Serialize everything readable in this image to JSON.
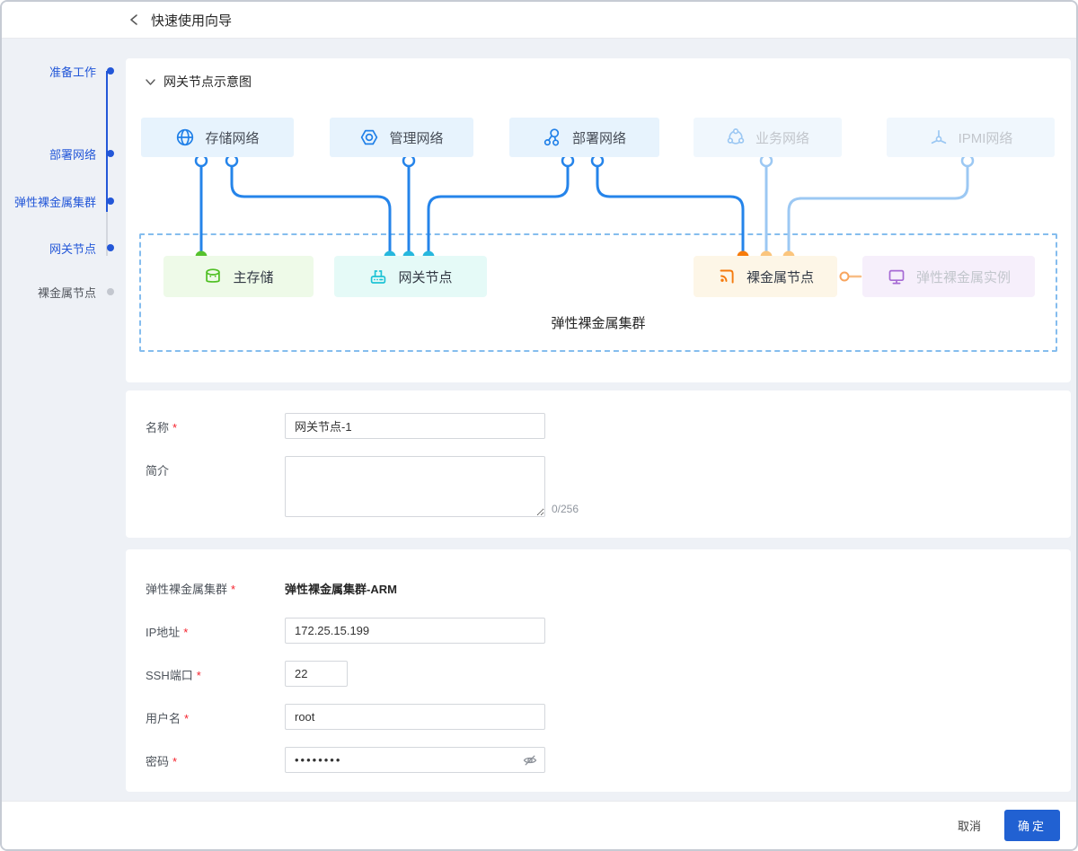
{
  "header": {
    "title": "快速使用向导",
    "back_icon": "back-chevron"
  },
  "steps": [
    {
      "label": "准备工作",
      "state": "done"
    },
    {
      "label": "部署网络",
      "state": "done"
    },
    {
      "label": "弹性裸金属集群",
      "state": "done"
    },
    {
      "label": "网关节点",
      "state": "current"
    },
    {
      "label": "裸金属节点",
      "state": "pending"
    }
  ],
  "diagram": {
    "section_title": "网关节点示意图",
    "cluster_label": "弹性裸金属集群",
    "networks": [
      {
        "label": "存储网络",
        "icon": "globe-icon",
        "active": true
      },
      {
        "label": "管理网络",
        "icon": "settings-hex-icon",
        "active": true
      },
      {
        "label": "部署网络",
        "icon": "share-nodes-icon",
        "active": true
      },
      {
        "label": "业务网络",
        "icon": "cloud-nodes-icon",
        "active": false
      },
      {
        "label": "IPMI网络",
        "icon": "ipmi-icon",
        "active": false
      }
    ],
    "nodes": [
      {
        "label": "主存储",
        "icon": "database-icon",
        "theme": "green"
      },
      {
        "label": "网关节点",
        "icon": "router-icon",
        "theme": "teal"
      },
      {
        "label": "裸金属节点",
        "icon": "baremetal-icon",
        "theme": "orange"
      },
      {
        "label": "弹性裸金属实例",
        "icon": "monitor-icon",
        "theme": "purple"
      }
    ]
  },
  "form_basic": {
    "name_label": "名称",
    "name_value": "网关节点-1",
    "desc_label": "简介",
    "desc_value": "",
    "desc_counter": "0/256"
  },
  "form_conn": {
    "cluster_label": "弹性裸金属集群",
    "cluster_value": "弹性裸金属集群-ARM",
    "ip_label": "IP地址",
    "ip_value": "172.25.15.199",
    "ssh_label": "SSH端口",
    "ssh_value": "22",
    "user_label": "用户名",
    "user_value": "root",
    "password_label": "密码",
    "password_value": "••••••••"
  },
  "ui": {
    "required_marker": "*"
  },
  "footer": {
    "cancel_label": "取消",
    "confirm_label": "确定"
  },
  "colors": {
    "accent_blue": "#2161d2",
    "step_blue": "#2357d8",
    "wire_active": "#2584ea",
    "wire_inactive": "#9cc8f3",
    "storage_green": "#56c22d",
    "gateway_teal": "#27b7dd",
    "baremetal_orange": "#f77b0a",
    "baremetal_light_orange": "#fbc57d",
    "instance_purple": "#a66ad4",
    "required_red": "#f5222d",
    "page_background": "#eef1f6"
  }
}
